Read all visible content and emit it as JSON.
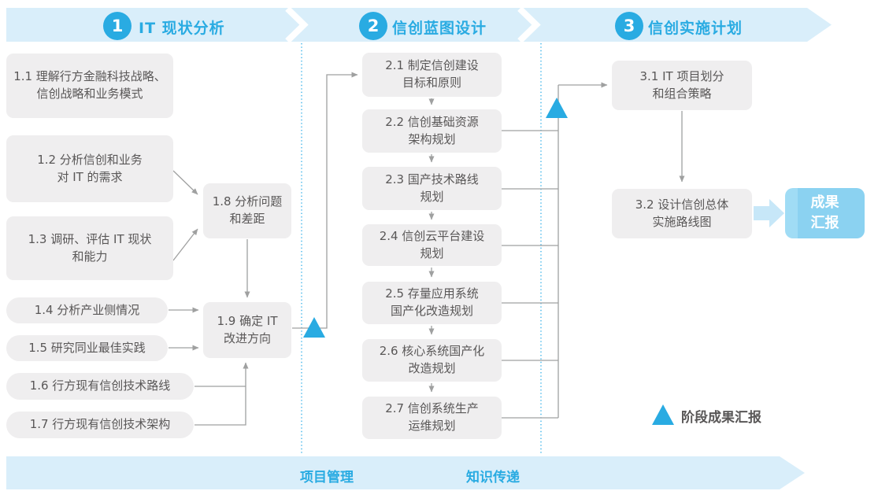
{
  "colors": {
    "accent": "#29abe2",
    "band": "#d9eefa",
    "box_bg": "#efeeef",
    "box_text": "#595757",
    "connector": "#9fa0a0",
    "outcome_bg": "#8bd2f1",
    "fat_arrow": "#c7e7f8"
  },
  "phases": [
    {
      "number": "1",
      "title": "IT 现状分析"
    },
    {
      "number": "2",
      "title": "信创蓝图设计"
    },
    {
      "number": "3",
      "title": "信创实施计划"
    }
  ],
  "steps": {
    "s1_1": "1.1 理解行方金融科技战略、\n信创战略和业务模式",
    "s1_2": "1.2 分析信创和业务\n对 IT 的需求",
    "s1_3": "1.3 调研、评估 IT 现状\n和能力",
    "s1_4": "1.4 分析产业侧情况",
    "s1_5": "1.5 研究同业最佳实践",
    "s1_6": "1.6 行方现有信创技术路线",
    "s1_7": "1.7 行方现有信创技术架构",
    "s1_8": "1.8 分析问题\n和差距",
    "s1_9": "1.9 确定 IT\n改进方向",
    "s2_1": "2.1 制定信创建设\n目标和原则",
    "s2_2": "2.2 信创基础资源\n架构规划",
    "s2_3": "2.3 国产技术路线\n规划",
    "s2_4": "2.4 信创云平台建设\n规划",
    "s2_5": "2.5 存量应用系统\n国产化改造规划",
    "s2_6": "2.6 核心系统国产化\n改造规划",
    "s2_7": "2.7 信创系统生产\n运维规划",
    "s3_1": "3.1 IT 项目划分\n和组合策略",
    "s3_2": "3.2 设计信创总体\n实施路线图"
  },
  "outcome_label": "成果\n汇报",
  "legend_label": "阶段成果汇报",
  "footer": {
    "left_label": "项目管理",
    "right_label": "知识传递"
  }
}
